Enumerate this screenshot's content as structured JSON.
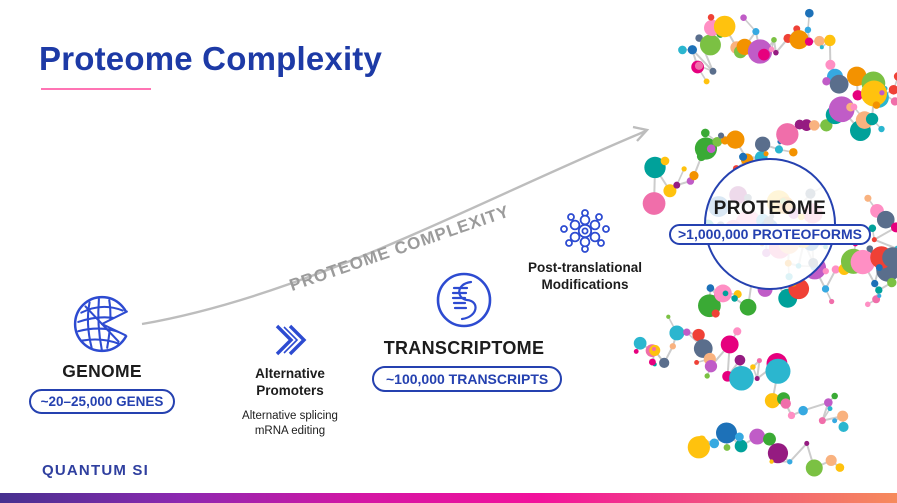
{
  "slide": {
    "title": "Proteome Complexity",
    "arrow_label": "PROTEOME COMPLEXITY",
    "logo": "QUANTUM SI"
  },
  "stages": {
    "genome": {
      "label": "GENOME",
      "badge": "~20–25,000 GENES"
    },
    "alternative_promoters": {
      "title_line1": "Alternative",
      "title_line2": "Promoters",
      "subtitle_line1": "Alternative splicing",
      "subtitle_line2": "mRNA editing"
    },
    "transcriptome": {
      "label": "TRANSCRIPTOME",
      "badge": "~100,000 TRANSCRIPTS"
    },
    "post_translational": {
      "title_line1": "Post-translational",
      "title_line2": "Modifications"
    },
    "proteome": {
      "label": "PROTEOME",
      "badge": ">1,000,000 PROTEOFORMS"
    }
  },
  "colors": {
    "title_blue": "#1d3aa6",
    "accent_pink": "#ff74b4",
    "badge_blue": "#2541b0",
    "icon_blue": "#2d4bd1",
    "text_black": "#1c1c1c",
    "arrow_gray": "#bdbdbd",
    "arrow_label_gray": "#9b9b9b",
    "logo_blue": "#2f3f9f",
    "footer_gradient": [
      "#46308f",
      "#8c28b0",
      "#d316a4",
      "#f2119b",
      "#f1527f",
      "#f68a5c"
    ],
    "molecule_palette": [
      "#e6007e",
      "#f39200",
      "#ffc20e",
      "#36a9e1",
      "#1d71b8",
      "#951b81",
      "#c05cc7",
      "#3aaa35",
      "#ef4136",
      "#f9b27f",
      "#5a6e8c",
      "#00a19a",
      "#ff8fc4",
      "#2bb6cf",
      "#7bc143",
      "#f06eaa"
    ]
  }
}
